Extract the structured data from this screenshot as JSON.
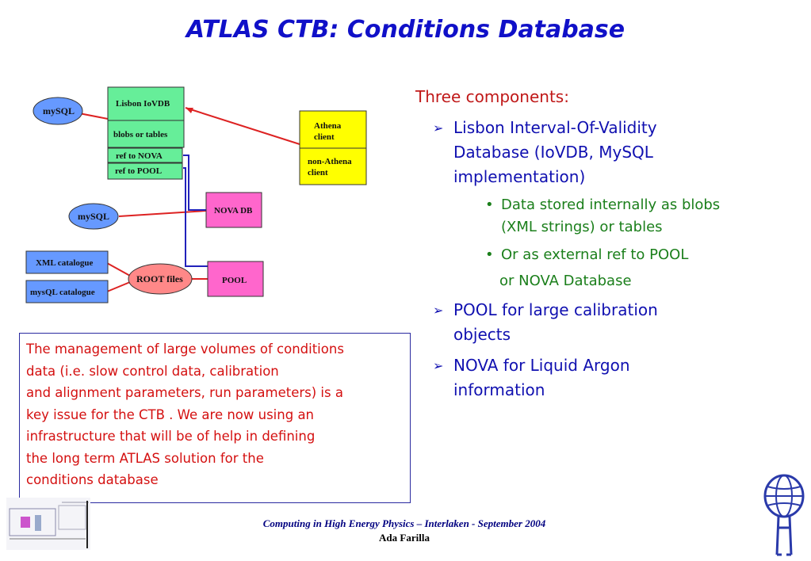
{
  "title": "ATLAS CTB: Conditions Database",
  "diagram": {
    "iovdb": "Lisbon IoVDB",
    "blobs": "blobs or tables",
    "ref_nova": "ref to NOVA",
    "ref_pool": "ref to POOL",
    "mysql_top": "mySQL",
    "mysql_mid": "mySQL",
    "athena1": "Athena",
    "athena2": "client",
    "nonathena1": "non-Athena",
    "nonathena2": "client",
    "nova_db": "NOVA DB",
    "pool": "POOL",
    "root_files": "ROOT files",
    "xml_catalogue": "XML catalogue",
    "mysql_catalogue": "mysQL catalogue"
  },
  "colors": {
    "title": "#1010c8",
    "green": "#66ee99",
    "yellow": "#ffff00",
    "pink": "#ff66cc",
    "blue_ellipse": "#6699ff",
    "red_line": "#dd2222",
    "blue_line": "#2222bb"
  },
  "info_lines": [
    "The management of large volumes of conditions",
    "data (i.e. slow control data, calibration",
    "and alignment parameters, run parameters) is a",
    "key issue for the CTB . We are now  using an",
    "infrastructure that will  be of help in defining",
    "the long term ATLAS solution for the",
    "conditions database"
  ],
  "right": {
    "intro": "Three components:",
    "item1": [
      "Lisbon Interval-Of-Validity",
      "Database (IoVDB, MySQL",
      "implementation)"
    ],
    "sub1": [
      "Data stored internally as blobs",
      "(XML strings) or  tables"
    ],
    "sub2": "Or as external ref to POOL",
    "sub2_cont": "or NOVA Database",
    "item2": [
      "POOL for large calibration",
      "objects"
    ],
    "item3": [
      "NOVA for Liquid Argon",
      "information"
    ],
    "arrow": "➢",
    "dot": "•"
  },
  "footer": {
    "line1": "Computing in High Energy Physics – Interlaken -   September 2004",
    "line2": "Ada Farilla"
  }
}
